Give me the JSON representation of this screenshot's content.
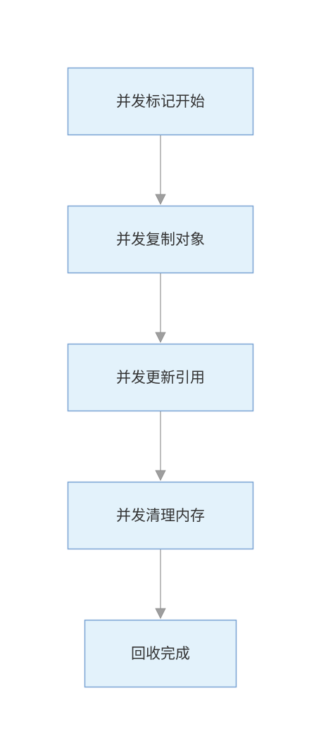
{
  "diagram": {
    "type": "flowchart",
    "direction": "top-to-bottom",
    "nodes": [
      {
        "id": "n1",
        "label": "并发标记开始"
      },
      {
        "id": "n2",
        "label": "并发复制对象"
      },
      {
        "id": "n3",
        "label": "并发更新引用"
      },
      {
        "id": "n4",
        "label": "并发清理内存"
      },
      {
        "id": "n5",
        "label": "回收完成"
      }
    ],
    "edges": [
      {
        "from": "n1",
        "to": "n2"
      },
      {
        "from": "n2",
        "to": "n3"
      },
      {
        "from": "n3",
        "to": "n4"
      },
      {
        "from": "n4",
        "to": "n5"
      }
    ],
    "colors": {
      "node_fill": "#e3f2fb",
      "node_border": "#7ba4d4",
      "edge": "#9a9a9a",
      "text": "#333333"
    }
  }
}
